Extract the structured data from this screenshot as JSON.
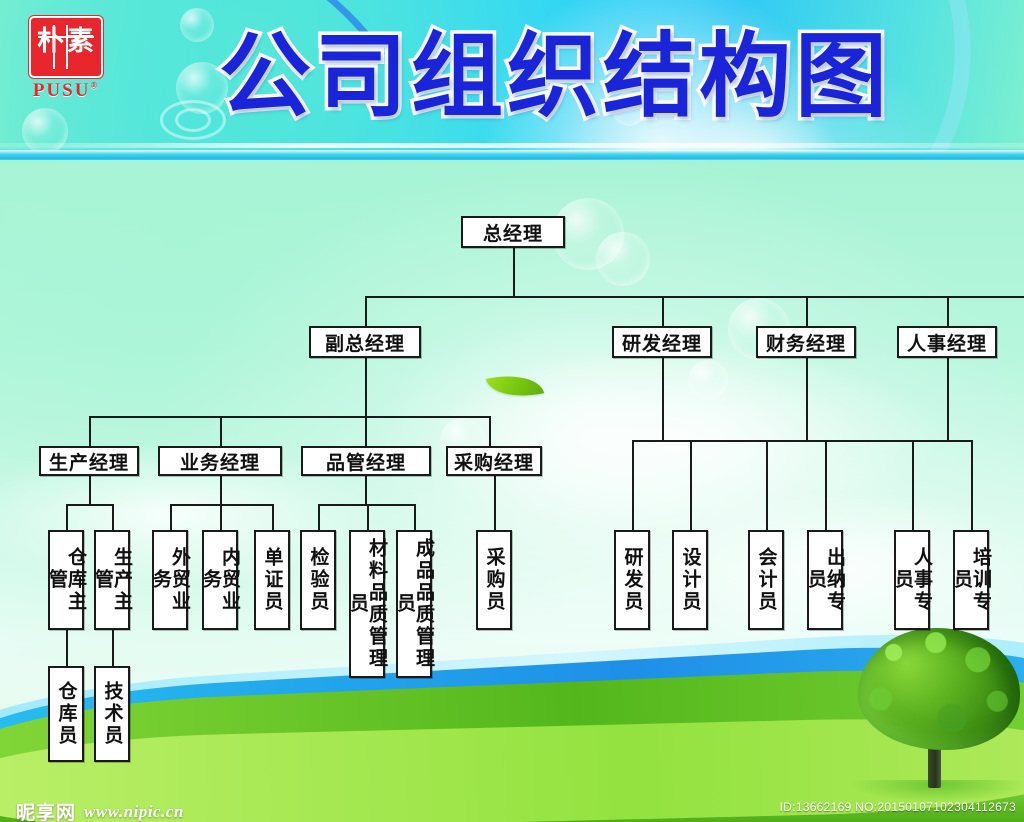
{
  "header": {
    "title": "公司组织结构图",
    "logo": {
      "char1": "朴",
      "char2": "素",
      "brand": "PUSU",
      "registered": "®"
    }
  },
  "colors": {
    "title_fill": "#1a24d8",
    "title_stroke": "#ffffff",
    "logo_red": "#e8262b",
    "node_border": "#1a1a1a",
    "node_fill": "#ffffff",
    "banner_cyan": "#34d8f4",
    "body_mint": "#b6f6dd",
    "grass_green": "#6fc52f"
  },
  "chart_data": {
    "type": "diagram",
    "title": "公司组织结构图",
    "orientation": "top-down",
    "nodes": [
      {
        "id": "gm",
        "label": "总经理",
        "level": 1,
        "orientation": "horizontal"
      },
      {
        "id": "vgm",
        "label": "副总经理",
        "level": 2,
        "orientation": "horizontal"
      },
      {
        "id": "rd_mgr",
        "label": "研发经理",
        "level": 2,
        "orientation": "horizontal"
      },
      {
        "id": "fin_mgr",
        "label": "财务经理",
        "level": 2,
        "orientation": "horizontal"
      },
      {
        "id": "hr_mgr",
        "label": "人事经理",
        "level": 2,
        "orientation": "horizontal"
      },
      {
        "id": "prod_mgr",
        "label": "生产经理",
        "level": 3,
        "orientation": "horizontal"
      },
      {
        "id": "sales_mgr",
        "label": "业务经理",
        "level": 3,
        "orientation": "horizontal"
      },
      {
        "id": "qc_mgr",
        "label": "品管经理",
        "level": 3,
        "orientation": "horizontal"
      },
      {
        "id": "pur_mgr",
        "label": "采购经理",
        "level": 3,
        "orientation": "horizontal"
      },
      {
        "id": "wh_sup",
        "label": "仓库主管",
        "level": 4,
        "orientation": "vertical"
      },
      {
        "id": "prod_sup",
        "label": "生产主管",
        "level": 4,
        "orientation": "vertical"
      },
      {
        "id": "exp_biz",
        "label": "外贸业务",
        "level": 4,
        "orientation": "vertical"
      },
      {
        "id": "dom_biz",
        "label": "内贸业务",
        "level": 4,
        "orientation": "vertical"
      },
      {
        "id": "doc_clerk",
        "label": "单证员",
        "level": 4,
        "orientation": "vertical"
      },
      {
        "id": "inspector",
        "label": "检验员",
        "level": 4,
        "orientation": "vertical"
      },
      {
        "id": "mat_qc",
        "label": "材料品质管理员",
        "level": 4,
        "orientation": "vertical"
      },
      {
        "id": "fin_qc",
        "label": "成品品质管理员",
        "level": 4,
        "orientation": "vertical"
      },
      {
        "id": "buyer",
        "label": "采购员",
        "level": 4,
        "orientation": "vertical"
      },
      {
        "id": "rd_staff",
        "label": "研发员",
        "level": 4,
        "orientation": "vertical"
      },
      {
        "id": "designer",
        "label": "设计员",
        "level": 4,
        "orientation": "vertical"
      },
      {
        "id": "accountant",
        "label": "会计员",
        "level": 4,
        "orientation": "vertical"
      },
      {
        "id": "cashier",
        "label": "出纳专员",
        "level": 4,
        "orientation": "vertical"
      },
      {
        "id": "hr_spec",
        "label": "人事专员",
        "level": 4,
        "orientation": "vertical"
      },
      {
        "id": "train_spec",
        "label": "培训专员",
        "level": 4,
        "orientation": "vertical"
      },
      {
        "id": "wh_clerk",
        "label": "仓库员",
        "level": 5,
        "orientation": "vertical"
      },
      {
        "id": "tech",
        "label": "技术员",
        "level": 5,
        "orientation": "vertical"
      }
    ],
    "edges": [
      [
        "gm",
        "vgm"
      ],
      [
        "gm",
        "rd_mgr"
      ],
      [
        "gm",
        "fin_mgr"
      ],
      [
        "gm",
        "hr_mgr"
      ],
      [
        "vgm",
        "prod_mgr"
      ],
      [
        "vgm",
        "sales_mgr"
      ],
      [
        "vgm",
        "qc_mgr"
      ],
      [
        "vgm",
        "pur_mgr"
      ],
      [
        "prod_mgr",
        "wh_sup"
      ],
      [
        "prod_mgr",
        "prod_sup"
      ],
      [
        "sales_mgr",
        "exp_biz"
      ],
      [
        "sales_mgr",
        "dom_biz"
      ],
      [
        "sales_mgr",
        "doc_clerk"
      ],
      [
        "qc_mgr",
        "inspector"
      ],
      [
        "qc_mgr",
        "mat_qc"
      ],
      [
        "qc_mgr",
        "fin_qc"
      ],
      [
        "pur_mgr",
        "buyer"
      ],
      [
        "rd_mgr",
        "rd_staff"
      ],
      [
        "rd_mgr",
        "designer"
      ],
      [
        "fin_mgr",
        "accountant"
      ],
      [
        "fin_mgr",
        "cashier"
      ],
      [
        "hr_mgr",
        "hr_spec"
      ],
      [
        "hr_mgr",
        "train_spec"
      ],
      [
        "wh_sup",
        "wh_clerk"
      ],
      [
        "prod_sup",
        "tech"
      ]
    ]
  },
  "footer": {
    "watermark_cn": "昵享网",
    "watermark_url": "www.nipic.cn",
    "id_text": "ID:13662169 NO:20150107102304112673"
  }
}
